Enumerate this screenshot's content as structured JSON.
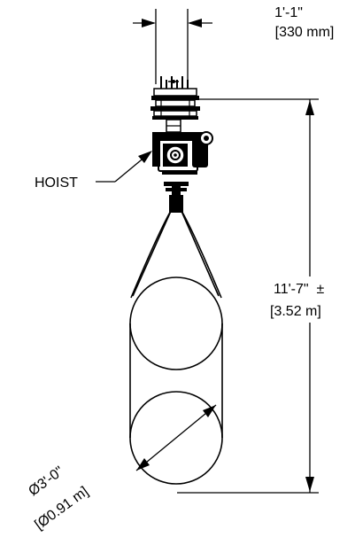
{
  "dimensions": {
    "top_width_ft": "1'-1\"",
    "top_width_metric": "[330 mm]",
    "height_ft": "11'-7\"  ±",
    "height_metric": "[3.52 m]",
    "diameter_ft": "Ø3'-0\"",
    "diameter_metric": "[Ø0.91 m]"
  },
  "labels": {
    "hoist": "HOIST"
  }
}
